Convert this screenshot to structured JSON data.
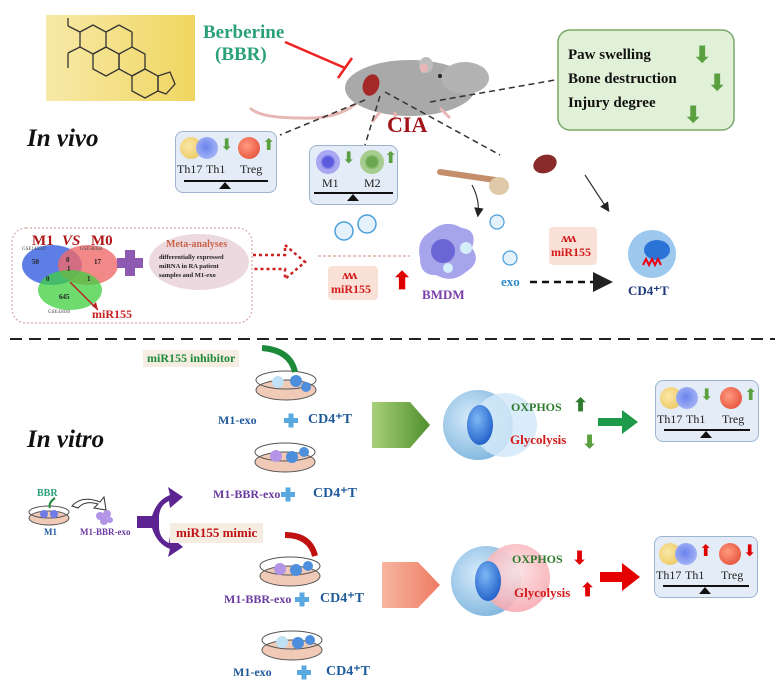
{
  "compound": {
    "name_line1": "Berberine",
    "name_line2": "(BBR)"
  },
  "outcomes_box": {
    "items": [
      {
        "label": "Paw swelling",
        "direction": "down"
      },
      {
        "label": "Bone destruction",
        "direction": "down"
      },
      {
        "label": "Injury degree",
        "direction": "down"
      }
    ]
  },
  "model_label": "CIA",
  "in_vivo": {
    "title": "In vivo",
    "tcell_balance": {
      "labels": [
        "Th17",
        "Th1",
        "Treg"
      ],
      "th_direction": "down",
      "treg_direction": "up"
    },
    "macro_balance": {
      "labels": [
        "M1",
        "M2"
      ],
      "m1_direction": "down",
      "m2_direction": "up"
    },
    "venn": {
      "title_left": "M1",
      "title_vs": "VS",
      "title_right": "M0",
      "set_labels": [
        "GSE145547",
        "GSE58458",
        "GSE43030"
      ],
      "counts": [
        "50",
        "0",
        "17",
        "0",
        "1",
        "1",
        "645"
      ],
      "arrow_label": "miR155"
    },
    "meta": {
      "title": "Meta-analyses",
      "line1": "differentially expressed",
      "line2": "miRNA in RA patient",
      "line3": "samples and M1-exo"
    },
    "mir_left": "miR155",
    "mir_mid": "miR155",
    "bmdm": "BMDM",
    "exo": "exo",
    "cd4": "CD4⁺T"
  },
  "in_vitro": {
    "title": "In vitro",
    "inhibitor_label": "miR155 inhibitor",
    "mimic_label": "miR155 mimic",
    "bbr_label": "BBR",
    "m1_label": "M1",
    "m1bbrexo_label": "M1-BBR-exo",
    "dishes": [
      {
        "left": "M1-exo",
        "right": "CD4⁺T"
      },
      {
        "left": "M1-BBR-exo",
        "right": "CD4⁺T"
      },
      {
        "left": "M1-BBR-exo",
        "right": "CD4⁺T"
      },
      {
        "left": "M1-exo",
        "right": "CD4⁺T"
      }
    ],
    "upper_result": {
      "oxphos": "OXPHOS",
      "oxphos_dir": "up",
      "glyco": "Glycolysis",
      "glyco_dir": "down",
      "labels": [
        "Th17",
        "Th1",
        "Treg"
      ],
      "th_direction": "down",
      "treg_direction": "up"
    },
    "lower_result": {
      "oxphos": "OXPHOS",
      "oxphos_dir": "down",
      "glyco": "Glycolysis",
      "glyco_dir": "up",
      "labels": [
        "Th17",
        "Th1",
        "Treg"
      ],
      "th_direction": "up",
      "treg_direction": "down"
    }
  },
  "colors": {
    "green_arrow": "#6aa84f",
    "red_arrow": "#e00000",
    "berberine_text": "#2aa178",
    "mir_red": "#d41a1a",
    "cia_red": "#a0141a",
    "purple": "#6a2a9a",
    "navy": "#1f3a7a"
  }
}
